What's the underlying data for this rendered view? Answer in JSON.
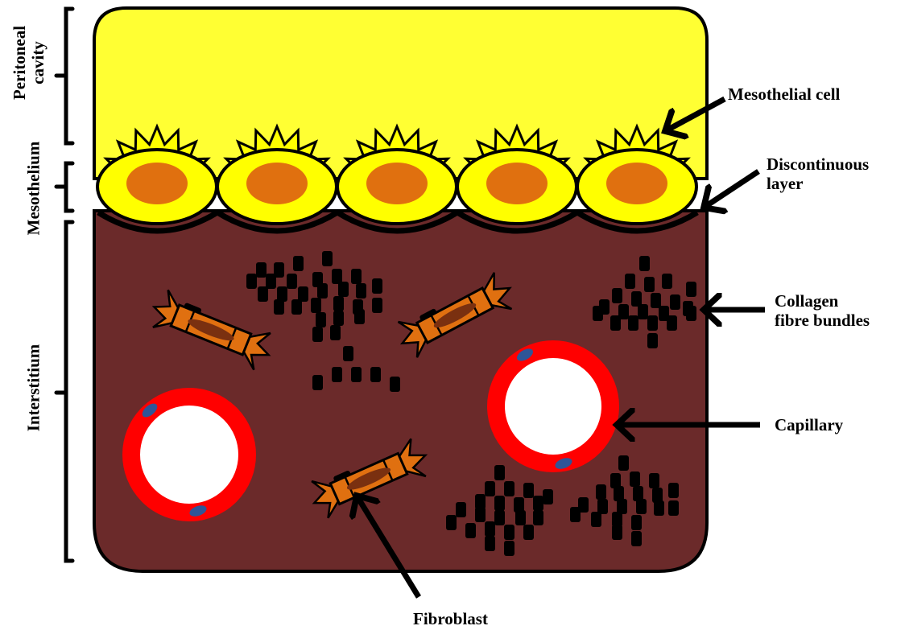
{
  "labels": {
    "peritoneal_cavity": [
      "Peritoneal",
      "cavity"
    ],
    "mesothelium": "Mesothelium",
    "interstitium": "Interstitium",
    "mesothelial_cell": "Mesothelial cell",
    "discontinuous_layer": [
      "Discontinuous",
      "layer"
    ],
    "collagen_fibre_bundles": [
      "Collagen",
      "fibre bundles"
    ],
    "capillary": "Capillary",
    "fibroblast": "Fibroblast"
  },
  "colors": {
    "peritoneal_cavity": "#ffff33",
    "interstitium": "#6b2a2a",
    "mesothelial_cell": "#ffff00",
    "nucleus": "#e0700f",
    "fibroblast": "#e07010",
    "fibroblast_nucleus": "#7a3010",
    "capillary_wall": "#ff0000",
    "capillary_cell": "#2f5597",
    "collagen": "#000000"
  },
  "icons": [
    "bracket-icon",
    "arrow-icon",
    "capillary-icon",
    "fibroblast-icon",
    "collagen-bundle-icon",
    "mesothelial-cell-icon"
  ]
}
